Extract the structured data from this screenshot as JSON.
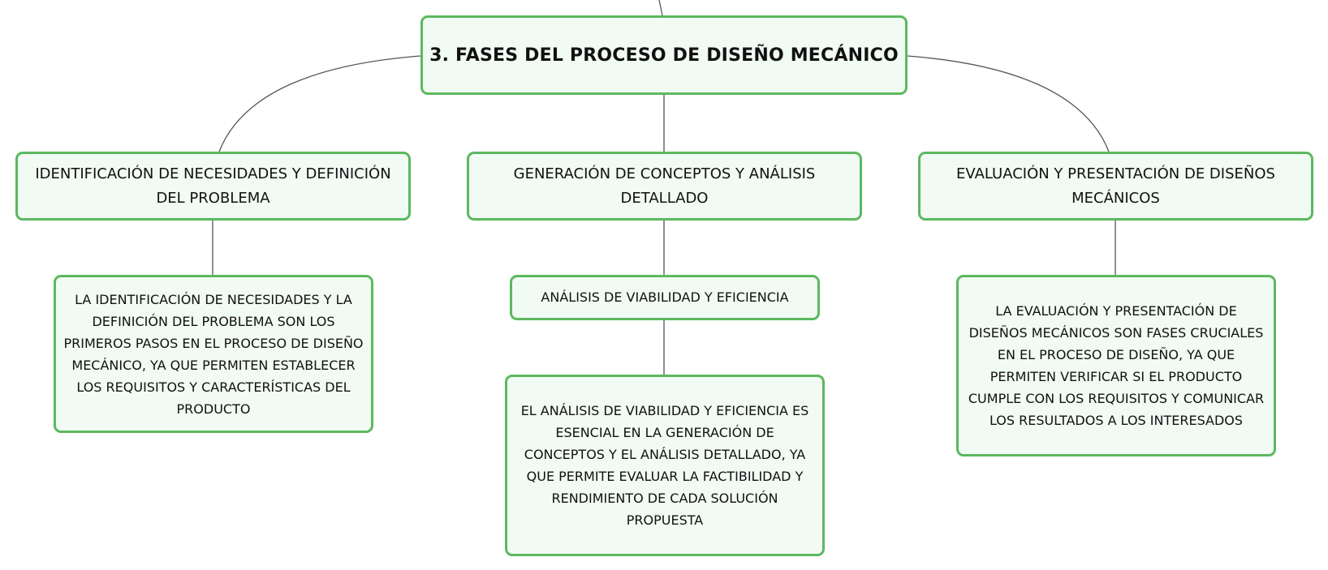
{
  "root": {
    "label": "3. FASES DEL PROCESO DE DISEÑO MECÁNICO"
  },
  "branches": [
    {
      "label": "IDENTIFICACIÓN DE NECESIDADES Y DEFINICIÓN DEL PROBLEMA",
      "detail": "LA IDENTIFICACIÓN DE NECESIDADES Y LA DEFINICIÓN DEL PROBLEMA SON LOS PRIMEROS PASOS EN EL PROCESO DE DISEÑO MECÁNICO, YA QUE PERMITEN ESTABLECER LOS REQUISITOS Y CARACTERÍSTICAS DEL PRODUCTO"
    },
    {
      "label": "GENERACIÓN DE CONCEPTOS Y ANÁLISIS DETALLADO",
      "child": {
        "label": "ANÁLISIS DE VIABILIDAD Y EFICIENCIA",
        "detail": "EL ANÁLISIS DE VIABILIDAD Y EFICIENCIA ES ESENCIAL EN LA GENERACIÓN DE CONCEPTOS Y EL ANÁLISIS DETALLADO, YA QUE PERMITE EVALUAR LA FACTIBILIDAD Y RENDIMIENTO DE CADA SOLUCIÓN PROPUESTA"
      }
    },
    {
      "label": "EVALUACIÓN Y PRESENTACIÓN DE DISEÑOS MECÁNICOS",
      "detail": "LA EVALUACIÓN Y PRESENTACIÓN DE DISEÑOS MECÁNICOS SON FASES CRUCIALES EN EL PROCESO DE DISEÑO, YA QUE PERMITEN VERIFICAR SI EL PRODUCTO CUMPLE CON LOS REQUISITOS Y COMUNICAR LOS RESULTADOS A LOS INTERESADOS"
    }
  ],
  "colors": {
    "node_fill": "#f1faf3",
    "node_border": "#5cb85f",
    "connector": "#555555"
  }
}
